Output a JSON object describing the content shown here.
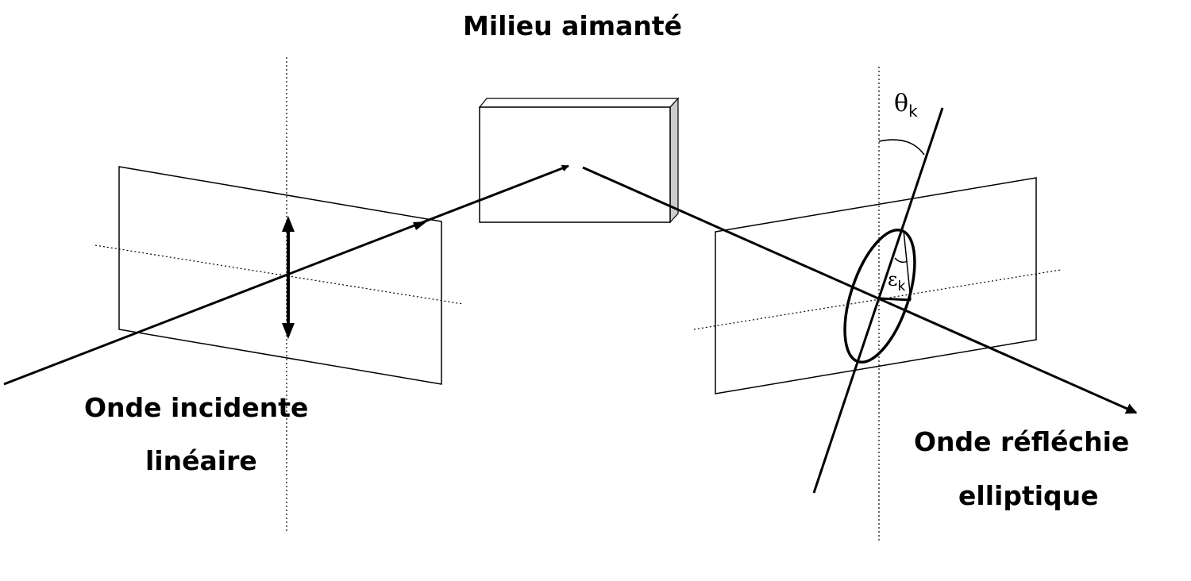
{
  "labels": {
    "medium": "Milieu aimanté",
    "incident_line1": "Onde incidente",
    "incident_line2": "linéaire",
    "reflected_line1": "Onde réfléchie",
    "reflected_line2": "elliptique",
    "theta_symbol": "θ",
    "theta_subscript": "k",
    "epsilon_symbol": "ε",
    "epsilon_subscript": "k"
  }
}
